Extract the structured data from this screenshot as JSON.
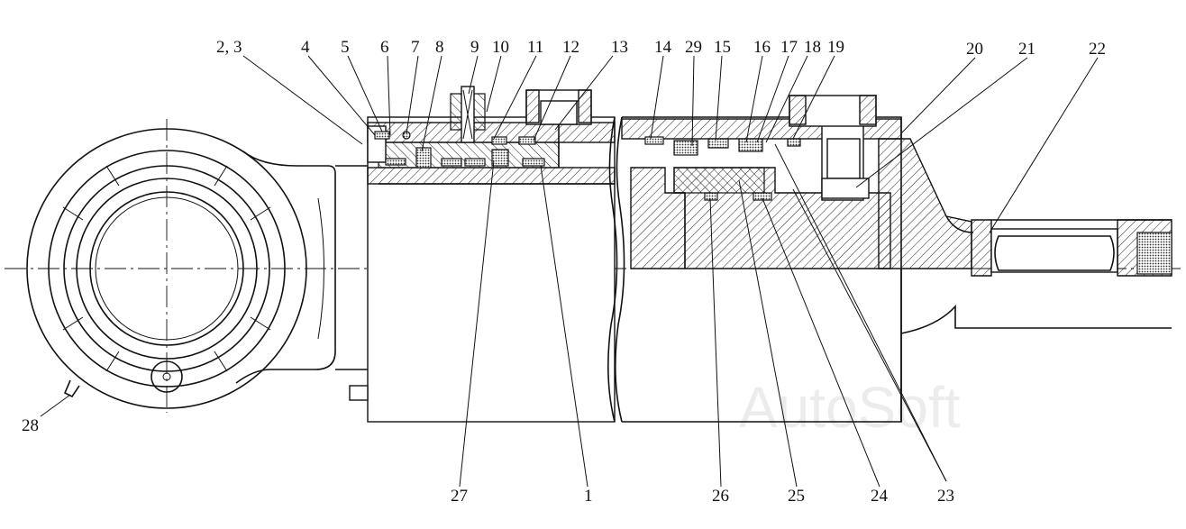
{
  "diagram": {
    "watermark": "AutoSoft",
    "callouts": [
      "2, 3",
      "4",
      "5",
      "6",
      "7",
      "8",
      "9",
      "10",
      "11",
      "12",
      "13",
      "14",
      "29",
      "15",
      "16",
      "17",
      "18",
      "19",
      "20",
      "21",
      "22",
      "28",
      "27",
      "1",
      "26",
      "25",
      "24",
      "23"
    ]
  }
}
